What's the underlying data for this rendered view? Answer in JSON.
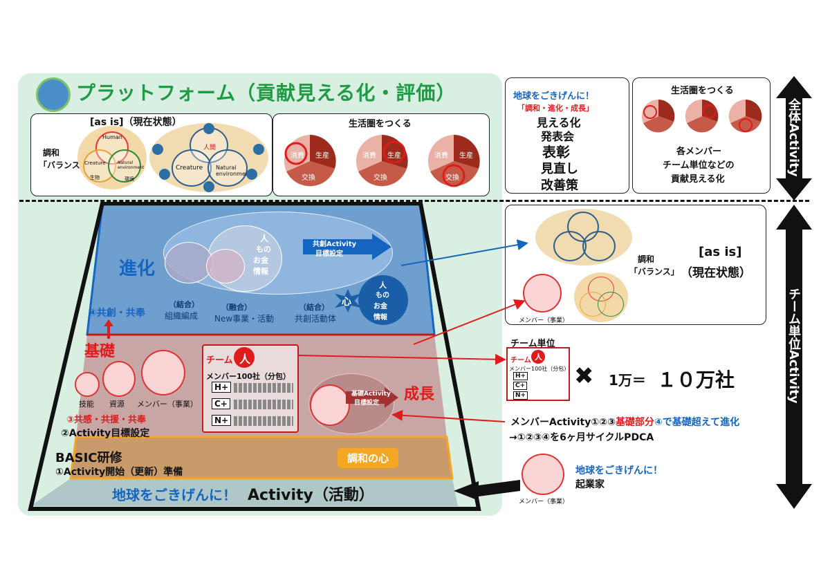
{
  "header": {
    "title": "プラットフォーム（貢献見える化・評価）"
  },
  "asis_panel": {
    "label": "[as is]（現在状態）",
    "side_label_1": "調和",
    "side_label_2": "「バランス」",
    "venn_human": "Human",
    "venn_jinkan": "人間",
    "venn_creature": "Creature",
    "venn_natural": "Natural environment",
    "venn_seibutsu": "生物",
    "venn_kankyo": "環境"
  },
  "lifezone_panel": {
    "title": "生活圏をつくる",
    "slice_consume": "消費",
    "slice_produce": "生産",
    "slice_exchange": "交換"
  },
  "right_top": {
    "slogan_line1": "地球をごきげんに！",
    "slogan_line2": "「調和・進化・成長」",
    "item1": "見える化",
    "item2": "発表会",
    "item3": "表彰",
    "item4": "見直し",
    "item5": "改善策"
  },
  "right_top_2": {
    "title": "生活圏をつくる",
    "text1": "各メンバー",
    "text2": "チーム単位などの",
    "text3": "貢献見える化"
  },
  "vertical_labels": {
    "whole": "全体Activity",
    "team": "チーム単位Activity"
  },
  "pyramid": {
    "evolution": "進化",
    "kyoso": "④共創・共奉",
    "joint_arrow_1": "共創Activity",
    "joint_arrow_2": "目標設定",
    "res_1": "人",
    "res_2": "もの",
    "res_3": "お金",
    "res_4": "情報",
    "ketsugo_1": "（結合）",
    "ketsugo_1b": "組織編成",
    "yugo": "（融合）",
    "yugo_b": "New事業・活動",
    "ketsugo_2": "（結合）",
    "ketsugo_2b": "共創活動体",
    "heart": "心",
    "kiso": "基礎",
    "growth": "成長",
    "team_label": "チーム",
    "team_person": "人",
    "members": "メンバー100社（分包）",
    "h_plus": "H+",
    "c_plus": "C+",
    "n_plus": "N+",
    "skill": "技能",
    "resource": "資源",
    "member_business": "メンバー（事業）",
    "growth_arrow_1": "基礎Activity",
    "growth_arrow_2": "目標設定",
    "kyokan": "③共感・共援・共奉",
    "goal": "②Activity目標設定",
    "basic": "BASIC研修",
    "start": "①Activity開始（更新）準備",
    "harmony_heart": "調和の心",
    "bottom_slogan": "地球をごきげんに！",
    "bottom_activity": "Activity（活動）"
  },
  "right_mid": {
    "side_1": "調和",
    "side_2": "「バランス」",
    "asis": "[as is]",
    "asis_2": "（現在状態）",
    "member_caption": "メンバー（事業）"
  },
  "team_unit": {
    "title": "チーム単位",
    "team": "チーム",
    "person": "人",
    "members": "メンバー100社（分包）",
    "h": "H+",
    "c": "C+",
    "n": "N+",
    "multiply": "✖",
    "equation_1": "1万＝",
    "equation_2": "１０万社"
  },
  "pdca": {
    "line1_a": "メンバーActivity①②③",
    "line1_b": "基礎部分",
    "line1_c": "④で基礎超えて進化",
    "line2": "→①②③④を6ヶ月サイクルPDCA"
  },
  "entrepreneur": {
    "slogan": "地球をごきげんに！",
    "label": "起業家",
    "caption": "メンバー（事業）"
  },
  "colors": {
    "green_panel": "#d9efe2",
    "title_green": "#1f9a45",
    "blue_zone": "#6f9fcf",
    "red_zone": "#c9a6a6",
    "basic_zone": "#c99a6a",
    "accent_red": "#e01b1b",
    "accent_blue": "#1565c0",
    "harmony_orange": "#f5a623"
  }
}
